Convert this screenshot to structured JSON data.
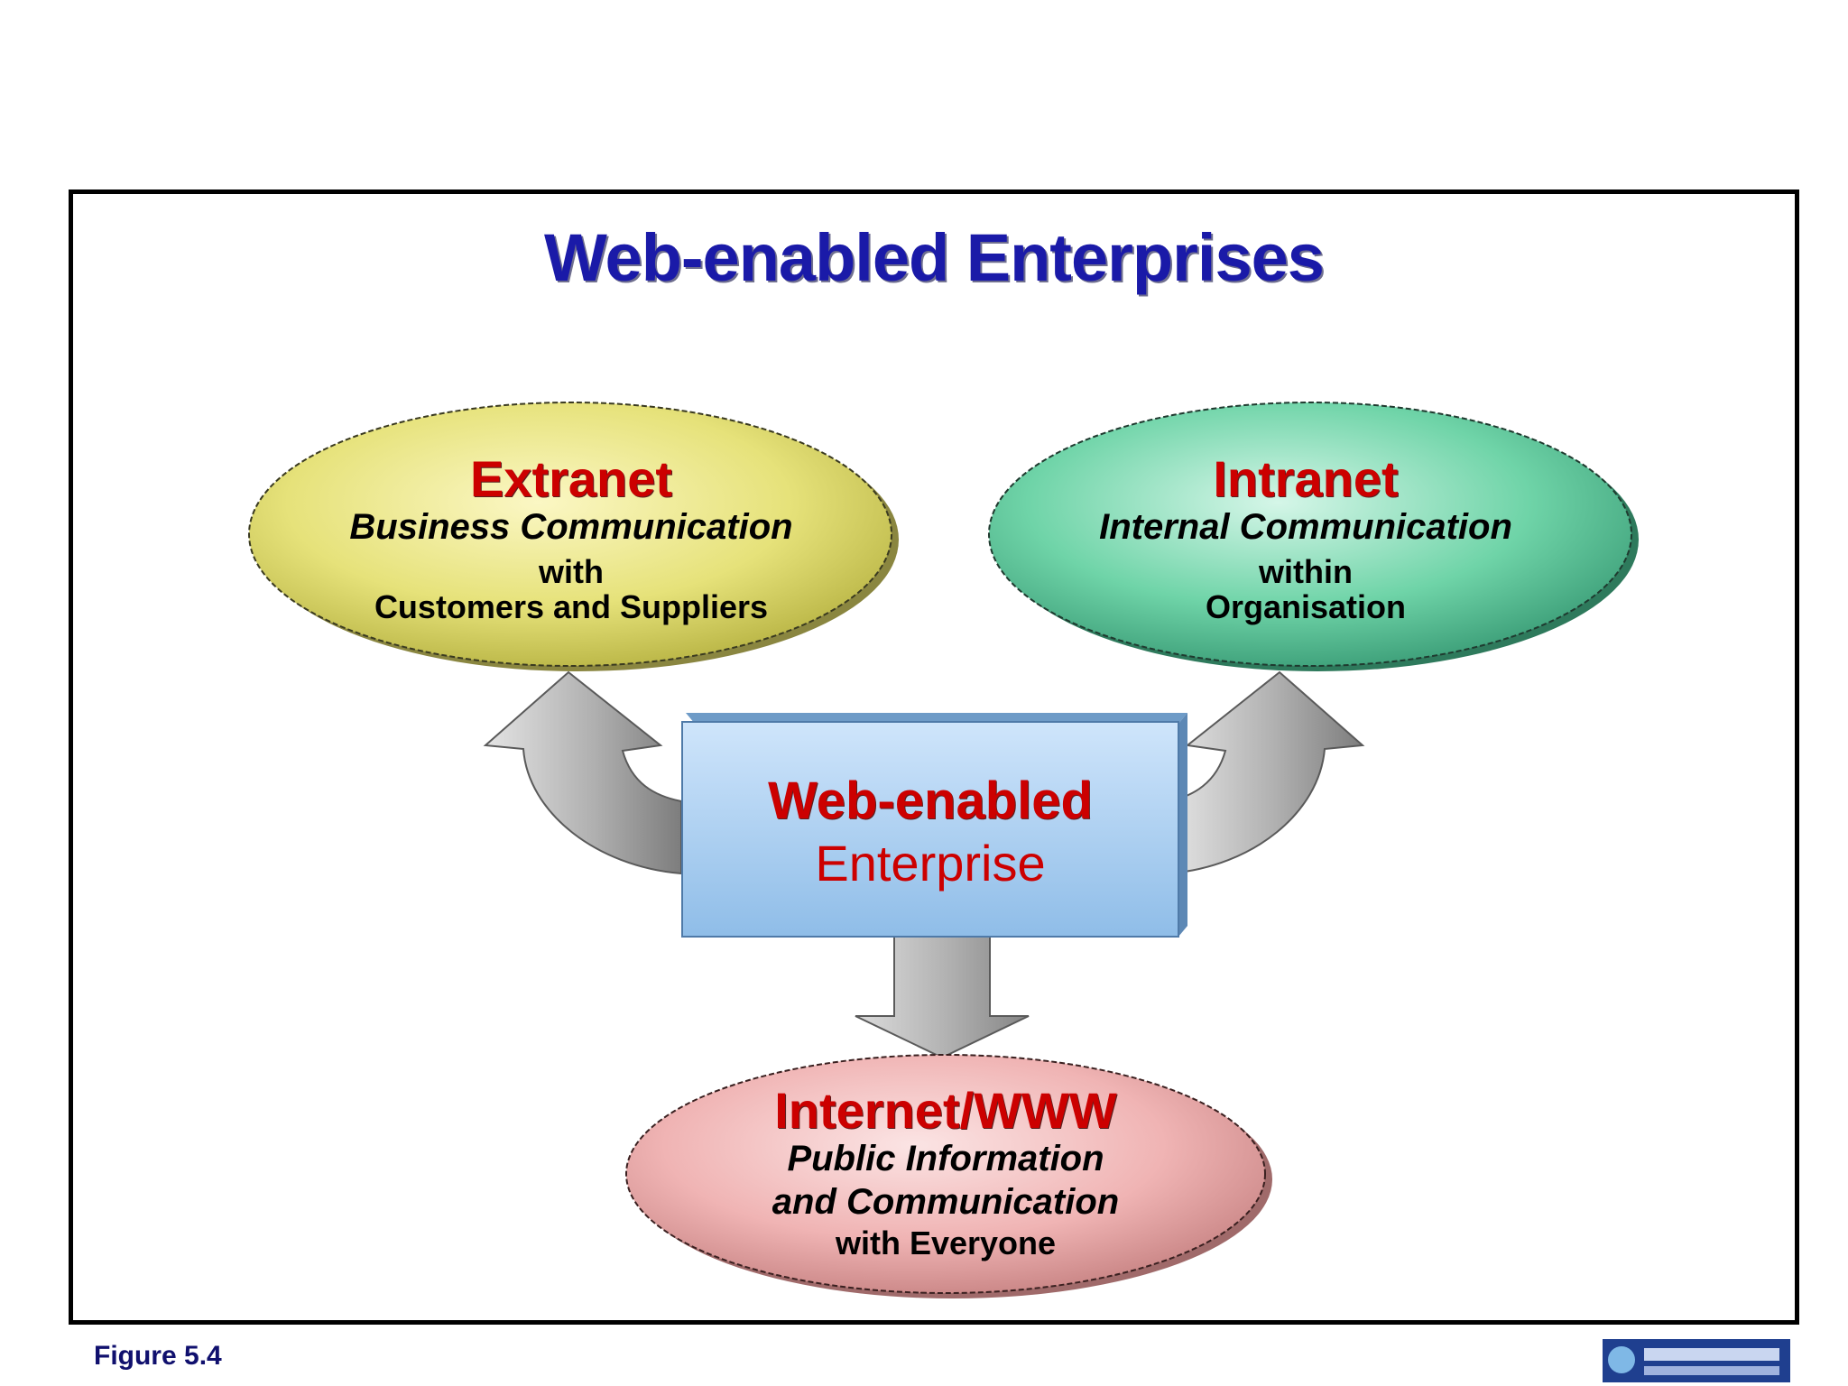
{
  "title": "Web-enabled Enterprises",
  "nodes": {
    "extranet": {
      "heading": "Extranet",
      "line1": "Business Communication",
      "line2": "with",
      "line3": "Customers and Suppliers",
      "color": "#e6e27a"
    },
    "intranet": {
      "heading": "Intranet",
      "line1": "Internal Communication",
      "line2": "within",
      "line3": "Organisation",
      "color": "#6fd4a8"
    },
    "center": {
      "line1": "Web-enabled",
      "line2": "Enterprise",
      "color": "#a9cff2"
    },
    "internet": {
      "heading": "Internet/WWW",
      "line1": "Public Information",
      "line2": "and Communication",
      "line3": "with Everyone",
      "color": "#f0b4b4"
    }
  },
  "colors": {
    "title": "#1a1aa8",
    "heading": "#cc0000",
    "arrow": "#b8b8b8"
  },
  "footer": {
    "figure_label": "Figure 5.4"
  }
}
